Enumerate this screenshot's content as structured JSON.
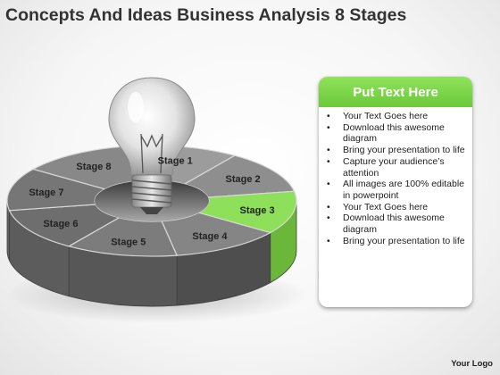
{
  "title": "Concepts And Ideas Business Analysis 8 Stages",
  "stages": [
    {
      "label": "Stage 1",
      "highlighted": false
    },
    {
      "label": "Stage 2",
      "highlighted": false
    },
    {
      "label": "Stage 3",
      "highlighted": true
    },
    {
      "label": "Stage 4",
      "highlighted": false
    },
    {
      "label": "Stage 5",
      "highlighted": false
    },
    {
      "label": "Stage 6",
      "highlighted": false
    },
    {
      "label": "Stage 7",
      "highlighted": false
    },
    {
      "label": "Stage 8",
      "highlighted": false
    }
  ],
  "colors": {
    "highlight": "#8ee05a",
    "header": "#6cc83a",
    "segment": "#8f8f8f"
  },
  "icon": "light-bulb-icon",
  "panel": {
    "header": "Put Text Here",
    "items": [
      "Your Text Goes here",
      "Download this awesome diagram",
      "Bring your presentation to life",
      "Capture your audience’s attention",
      "All images are 100% editable in powerpoint",
      "Your Text Goes here",
      "Download this awesome diagram",
      "Bring your presentation to life"
    ]
  },
  "logo": "Your Logo"
}
